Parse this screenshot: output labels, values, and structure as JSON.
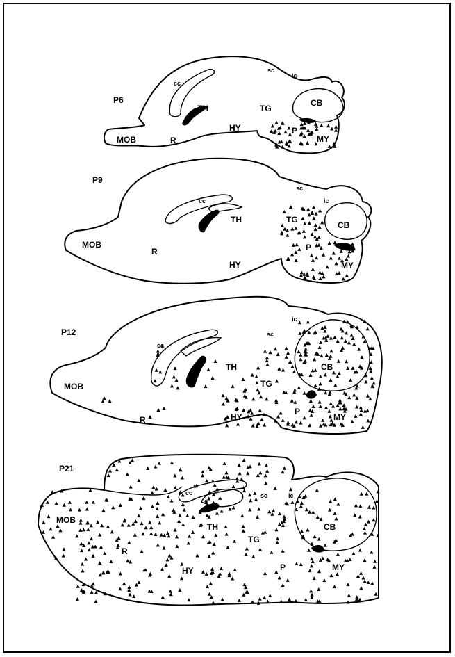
{
  "panels": [
    {
      "stage": "P6",
      "labels": {
        "cc": "cc",
        "th": "TH",
        "tg": "TG",
        "hy": "HY",
        "r": "R",
        "mob": "MOB",
        "sc": "sc",
        "ic": "ic",
        "cb": "CB",
        "p": "P",
        "my": "MY"
      }
    },
    {
      "stage": "P9",
      "labels": {
        "cc": "cc",
        "th": "TH",
        "tg": "TG",
        "hy": "HY",
        "r": "R",
        "mob": "MOB",
        "sc": "sc",
        "ic": "ic",
        "cb": "CB",
        "p": "P",
        "my": "MY"
      }
    },
    {
      "stage": "P12",
      "labels": {
        "cc": "cc",
        "th": "TH",
        "tg": "TG",
        "hy": "HY",
        "r": "R",
        "mob": "MOB",
        "sc": "sc",
        "ic": "ic",
        "cb": "CB",
        "p": "P",
        "my": "MY"
      }
    },
    {
      "stage": "P21",
      "labels": {
        "cc": "cc",
        "th": "TH",
        "tg": "TG",
        "hy": "HY",
        "r": "R",
        "mob": "MOB",
        "sc": "sc",
        "ic": "ic",
        "cb": "CB",
        "p": "P",
        "my": "MY"
      }
    }
  ],
  "marker_symbol": "▲"
}
